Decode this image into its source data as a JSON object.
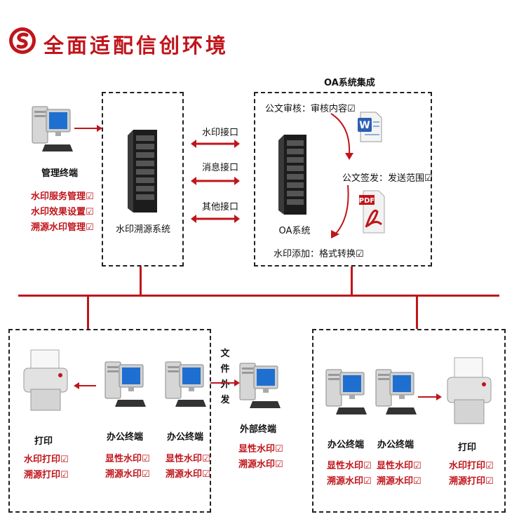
{
  "header": {
    "title": "全面适配信创环境",
    "logo": "red-swirl-logo"
  },
  "management": {
    "label": "管理终端",
    "features": [
      "水印服务管理☑",
      "水印效果设置☑",
      "溯源水印管理☑"
    ]
  },
  "watermark_system": {
    "label": "水印溯源系统"
  },
  "interfaces": [
    "水印接口",
    "消息接口",
    "其他接口"
  ],
  "oa": {
    "title": "OA系统集成",
    "server_label": "OA系统",
    "review": "公文审核：审核内容☑",
    "sign": "公文签发：发送范围☑",
    "add": "水印添加：格式转换☑",
    "doc_icons": [
      "word-doc-icon",
      "pdf-icon"
    ]
  },
  "left_group": {
    "printer": {
      "label": "打印",
      "features": [
        "水印打印☑",
        "溯源打印☑"
      ]
    },
    "terminal_a": {
      "label": "办公终端",
      "features": [
        "显性水印☑",
        "溯源水印☑"
      ]
    },
    "terminal_b": {
      "label": "办公终端",
      "features": [
        "显性水印☑",
        "溯源水印☑"
      ]
    }
  },
  "external": {
    "send_label": [
      "文",
      "件",
      "外",
      "发"
    ],
    "label": "外部终端",
    "features": [
      "显性水印☑",
      "溯源水印☑"
    ]
  },
  "right_group": {
    "terminal_a": {
      "label": "办公终端",
      "features": [
        "显性水印☑",
        "溯源水印☑"
      ]
    },
    "terminal_b": {
      "label": "办公终端",
      "features": [
        "显性水印☑",
        "溯源水印☑"
      ]
    },
    "printer": {
      "label": "打印",
      "features": [
        "水印打印☑",
        "溯源打印☑"
      ]
    }
  },
  "colors": {
    "accent": "#c0151b",
    "screen": "#1f6fd1",
    "server": "#1c1c1c"
  }
}
